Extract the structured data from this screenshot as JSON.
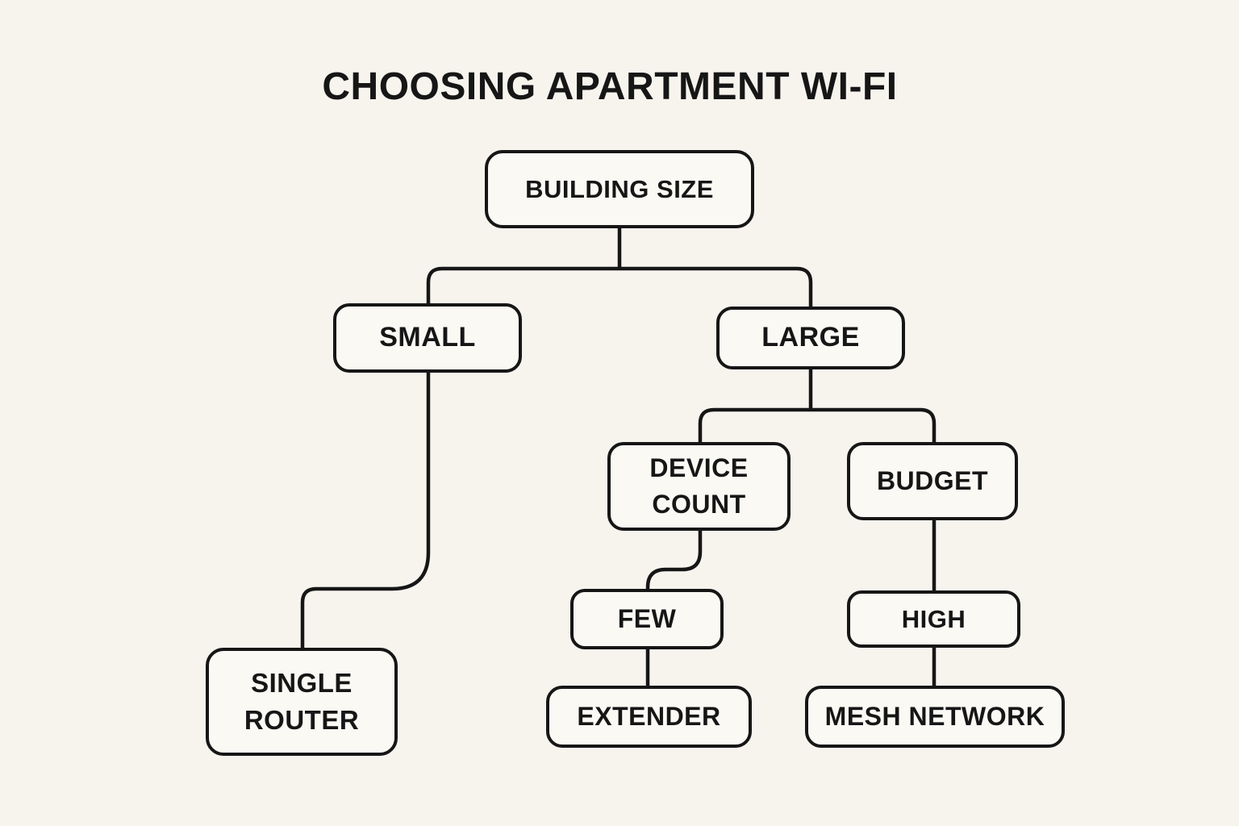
{
  "title": "CHOOSING APARTMENT WI-FI",
  "diagram": {
    "type": "decision-tree-flowchart",
    "nodes": {
      "building_size": {
        "label": "BUILDING SIZE"
      },
      "small": {
        "label": "SMALL"
      },
      "large": {
        "label": "LARGE"
      },
      "device_count": {
        "label": "DEVICE COUNT"
      },
      "budget": {
        "label": "BUDGET"
      },
      "few": {
        "label": "FEW"
      },
      "high": {
        "label": "HIGH"
      },
      "single_router": {
        "label": "SINGLE ROUTER"
      },
      "extender": {
        "label": "EXTENDER"
      },
      "mesh_network": {
        "label": "MESH NETWORK"
      }
    },
    "edges": [
      {
        "from": "building_size",
        "to": "small"
      },
      {
        "from": "building_size",
        "to": "large"
      },
      {
        "from": "small",
        "to": "single_router"
      },
      {
        "from": "large",
        "to": "device_count"
      },
      {
        "from": "large",
        "to": "budget"
      },
      {
        "from": "device_count",
        "to": "few"
      },
      {
        "from": "few",
        "to": "extender"
      },
      {
        "from": "budget",
        "to": "high"
      },
      {
        "from": "high",
        "to": "mesh_network"
      }
    ],
    "colors": {
      "background": "#f7f4ee",
      "node_fill": "#fbf9f4",
      "line": "#161616",
      "text": "#161616"
    }
  }
}
